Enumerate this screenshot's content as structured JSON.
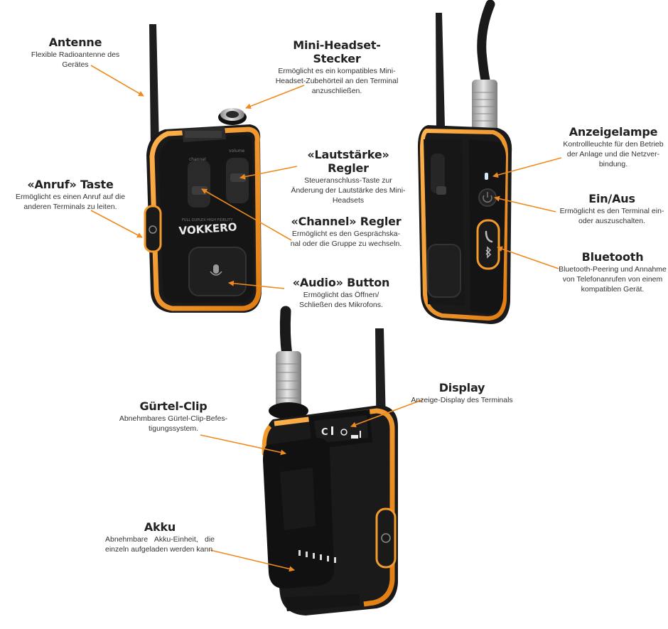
{
  "labels": {
    "antenne": {
      "title": "Antenne",
      "desc": "Flexible Radioantenne des Gerätes"
    },
    "mini_headset": {
      "title": "Mini-Headset-Stecker",
      "desc": "Ermöglicht es ein kompatibles Mini-Headset-Zubehörteil an den Terminal anzuschließen."
    },
    "lautstaerke": {
      "title": "«Lautstärke» Regler",
      "desc": "Steueranschluss-Taste zur Änderung der Lautstärke des Mini-Headsets"
    },
    "anruf": {
      "title": "«Anruf» Taste",
      "desc": "Ermöglicht es einen Anruf auf die anderen Terminals zu leiten."
    },
    "channel": {
      "title": "«Channel» Regler",
      "desc": "Ermöglicht es den Gesprächska-nal oder die Gruppe zu wechseln."
    },
    "audio": {
      "title": "«Audio» Button",
      "desc": "Ermöglicht das Öffnen/ Schließen des Mikrofons."
    },
    "anzeigelampe": {
      "title": "Anzeigelampe",
      "desc": "Kontrollleuchte für den Betrieb der Anlage und die Netzver-bindung."
    },
    "einaus": {
      "title": "Ein/Aus",
      "desc": "Ermöglicht es den Terminal ein-oder auszuschalten."
    },
    "bluetooth": {
      "title": "Bluetooth",
      "desc": "Bluetooth-Peering und Annahme von Telefonanrufen von einem kompatiblen Gerät."
    },
    "display": {
      "title": "Display",
      "desc": "Anzeige-Display des Terminals"
    },
    "guertel": {
      "title": "Gürtel-Clip",
      "desc": "Abnehmbares Gürtel-Clip-Befes-tigungssystem."
    },
    "akku": {
      "title": "Akku",
      "desc": "Abnehmbare Akku-Einheit, die einzeln aufgeladen werden kann"
    }
  },
  "device": {
    "brand": "VOKKERO",
    "tagline": "FULL DUPLEX HIGH FIDELITY",
    "knob_left": "channel",
    "knob_right": "volume"
  },
  "colors": {
    "accent": "#f39a2c",
    "body": "#1c1c1c",
    "arrow": "#f08a1e"
  },
  "icons": [
    "antenna-icon",
    "headset-jack-icon",
    "mic-icon",
    "call-icon",
    "power-icon",
    "bluetooth-icon",
    "phone-icon"
  ]
}
